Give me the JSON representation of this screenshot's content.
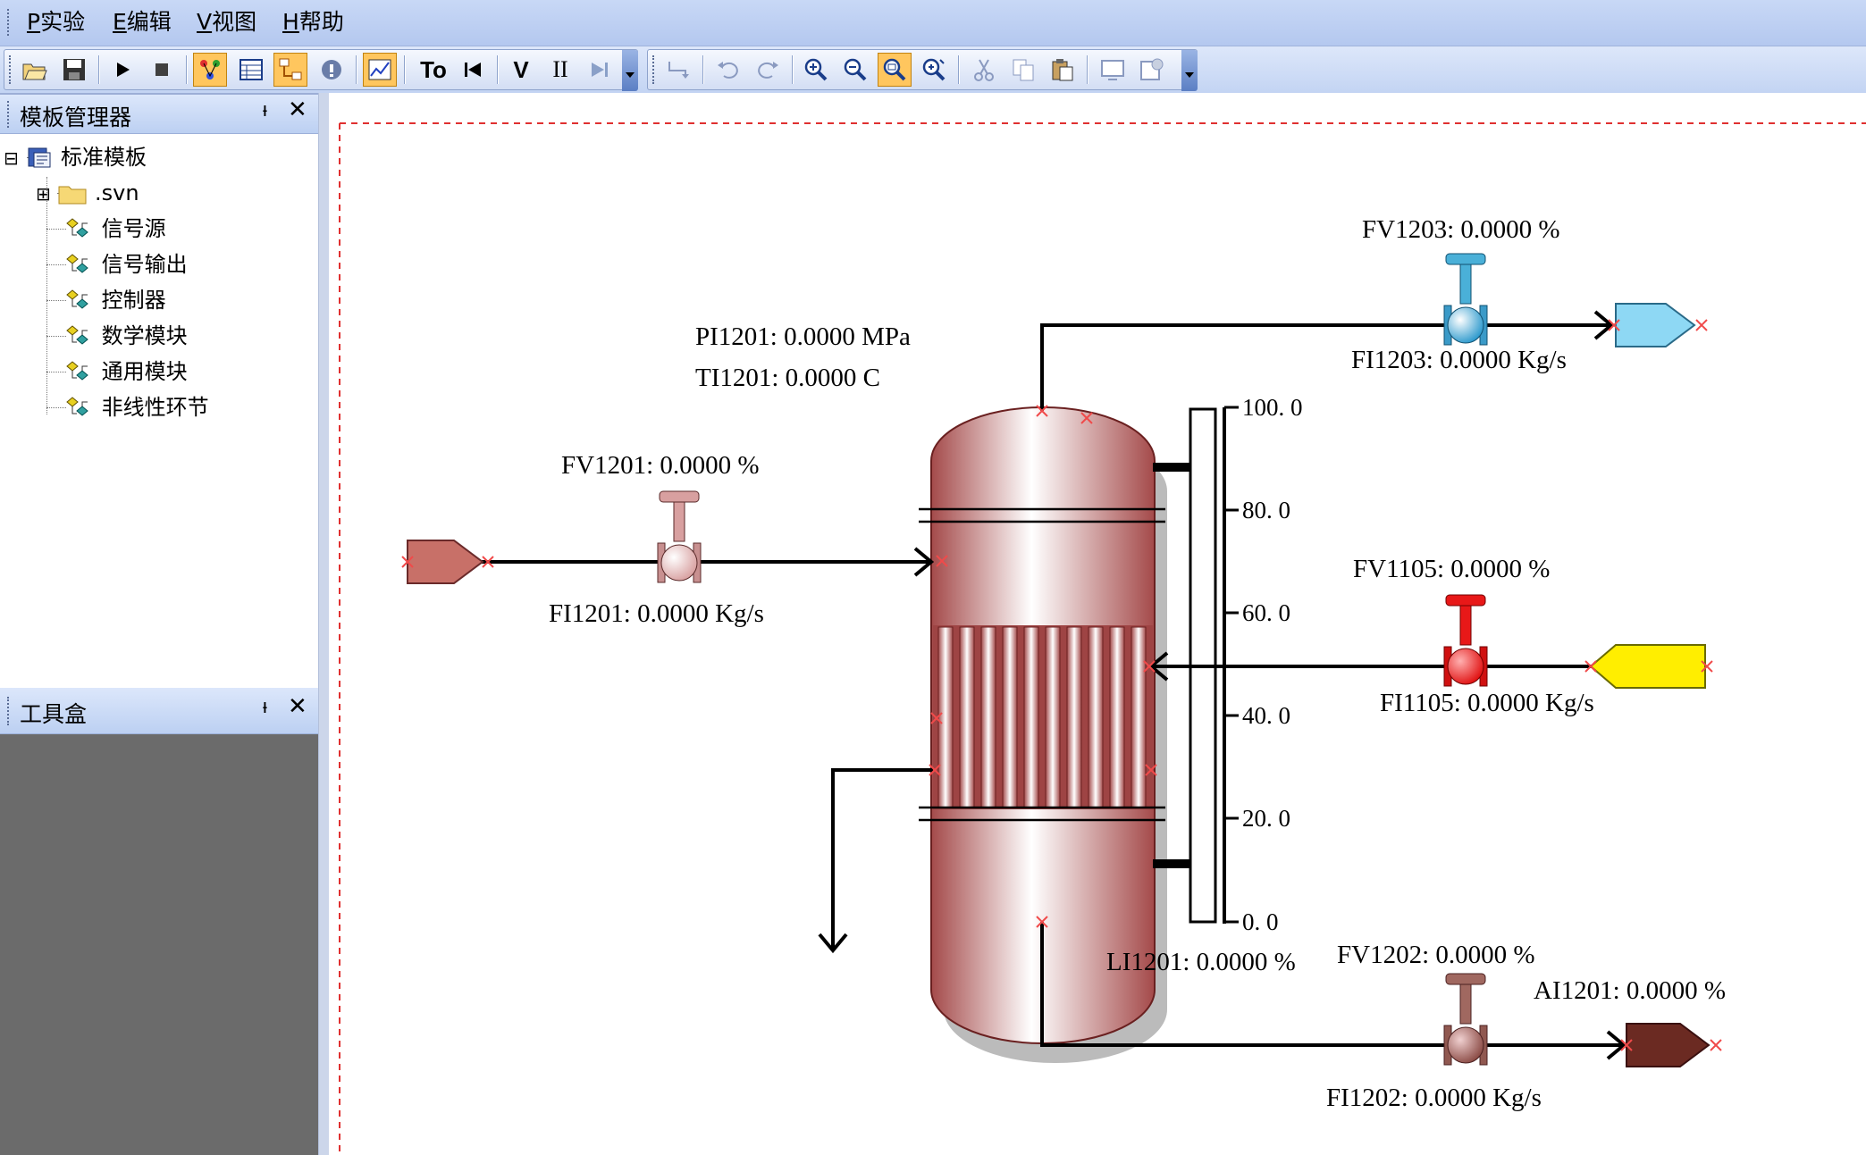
{
  "menu": {
    "items": [
      {
        "key": "P",
        "label": "实验"
      },
      {
        "key": "E",
        "label": "编辑"
      },
      {
        "key": "V",
        "label": "视图"
      },
      {
        "key": "H",
        "label": "帮助"
      }
    ]
  },
  "toolbar": {
    "to_label": "To",
    "v_label": "V",
    "pause_label": "II"
  },
  "template_panel": {
    "title": "模板管理器",
    "pin": "ᵼ",
    "close": "✕",
    "root": "标准模板",
    "items": [
      ".svn",
      "信号源",
      "信号输出",
      "控制器",
      "数学模块",
      "通用模块",
      "非线性环节"
    ],
    "expander_root": "⊟",
    "expander_svn": "⊞"
  },
  "toolbox_panel": {
    "title": "工具盒",
    "pin": "ᵼ",
    "close": "✕"
  },
  "process": {
    "fv1201": "FV1201: 0.0000 %",
    "fi1201": "FI1201: 0.0000 Kg/s",
    "pi1201": "PI1201: 0.0000 MPa",
    "ti1201": "TI1201: 0.0000 C",
    "fv1203": "FV1203: 0.0000 %",
    "fi1203": "FI1203: 0.0000 Kg/s",
    "fv1105": "FV1105: 0.0000 %",
    "fi1105": "FI1105: 0.0000 Kg/s",
    "li1201": "LI1201: 0.0000 %",
    "fv1202": "FV1202: 0.0000 %",
    "ai1201": "AI1201: 0.0000 %",
    "fi1202": "FI1202: 0.0000 Kg/s",
    "level_scale": [
      "100. 0",
      "80. 0",
      "60. 0",
      "40. 0",
      "20. 0",
      "0. 0"
    ],
    "level_value": 0
  },
  "colors": {
    "feed_inlet": "#c87068",
    "product_top": "#8ed8f4",
    "coolant_inlet": "#ffee00",
    "product_bottom": "#6b2a22",
    "valve_fv1201": "#d8a0a0",
    "valve_fv1203": "#4ab0d8",
    "valve_fv1105": "#e81818",
    "valve_fv1202": "#a06860",
    "vessel": "#a84848"
  }
}
